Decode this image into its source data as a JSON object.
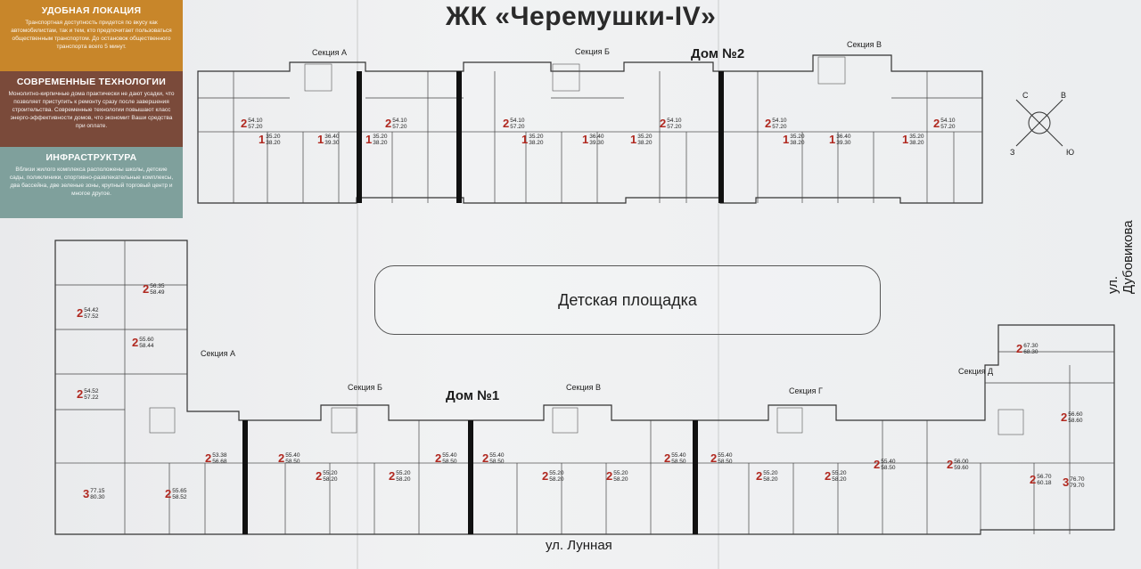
{
  "title": "ЖК «Черемушки-IV»",
  "info_panels": [
    {
      "title": "УДОБНАЯ ЛОКАЦИЯ",
      "text": "Транспортная доступность придется по вкусу как автомобилистам, так и тем, кто предпочитает пользоваться общественным транспортом. До остановок общественного транспорта всего 5 минут.",
      "color": "#c8862a"
    },
    {
      "title": "СОВРЕМЕННЫЕ ТЕХНОЛОГИИ",
      "text": "Монолитно-кирпичные дома практически не дают усадки, что позволяет приступить к ремонту сразу после завершения строительства. Современные технологии повышают класс энерго-эффективности домов, что экономит Ваши средства при оплате.",
      "color": "#7a4a3a"
    },
    {
      "title": "ИНФРАСТРУКТУРА",
      "text": "Вблизи жилого комплекса расположены школы, детские сады, поликлиники, спортивно-развлекательные комплексы, два бассейна, две зеленые зоны, крупный торговый центр и многое другое.",
      "color": "#7fa09c"
    }
  ],
  "house2": {
    "label": "Дом №2",
    "sections": [
      "Секция А",
      "Секция Б",
      "Секция В"
    ]
  },
  "house1": {
    "label": "Дом №1",
    "sections": [
      "Секция А",
      "Секция Б",
      "Секция В",
      "Секция Г",
      "Секция Д"
    ]
  },
  "playground": "Детская площадка",
  "streets": {
    "south": "ул. Лунная",
    "east": "ул. Дубовикова"
  },
  "compass": {
    "n": "С",
    "e": "В",
    "s": "Ю",
    "w": "З"
  },
  "house2_apartments": [
    {
      "rooms": "2",
      "total": "54.10",
      "living": "57.20"
    },
    {
      "rooms": "1",
      "total": "35.20",
      "living": "38.20"
    },
    {
      "rooms": "1",
      "total": "36.40",
      "living": "39.30"
    },
    {
      "rooms": "2",
      "total": "54.10",
      "living": "57.20"
    },
    {
      "rooms": "1",
      "total": "35.20",
      "living": "38.20"
    },
    {
      "rooms": "2",
      "total": "54.10",
      "living": "57.20"
    },
    {
      "rooms": "1",
      "total": "35.20",
      "living": "38.20"
    },
    {
      "rooms": "1",
      "total": "36.40",
      "living": "39.30"
    },
    {
      "rooms": "1",
      "total": "35.20",
      "living": "38.20"
    },
    {
      "rooms": "2",
      "total": "54.10",
      "living": "57.20"
    },
    {
      "rooms": "2",
      "total": "54.10",
      "living": "57.20"
    },
    {
      "rooms": "1",
      "total": "35.20",
      "living": "38.20"
    },
    {
      "rooms": "1",
      "total": "36.40",
      "living": "39.30"
    },
    {
      "rooms": "1",
      "total": "35.20",
      "living": "38.20"
    },
    {
      "rooms": "2",
      "total": "54.10",
      "living": "57.20"
    }
  ],
  "house1_apartments": [
    {
      "rooms": "2",
      "total": "56.35",
      "living": "58.49"
    },
    {
      "rooms": "2",
      "total": "54.42",
      "living": "57.52"
    },
    {
      "rooms": "2",
      "total": "55.60",
      "living": "58.44"
    },
    {
      "rooms": "2",
      "total": "54.52",
      "living": "57.22"
    },
    {
      "rooms": "3",
      "total": "77.15",
      "living": "80.30"
    },
    {
      "rooms": "2",
      "total": "55.65",
      "living": "58.52"
    },
    {
      "rooms": "2",
      "total": "53.38",
      "living": "56.68"
    },
    {
      "rooms": "2",
      "total": "55.40",
      "living": "58.50"
    },
    {
      "rooms": "2",
      "total": "55.20",
      "living": "58.20"
    },
    {
      "rooms": "2",
      "total": "55.20",
      "living": "58.20"
    },
    {
      "rooms": "2",
      "total": "55.40",
      "living": "58.50"
    },
    {
      "rooms": "2",
      "total": "55.40",
      "living": "58.50"
    },
    {
      "rooms": "2",
      "total": "55.20",
      "living": "58.20"
    },
    {
      "rooms": "2",
      "total": "55.20",
      "living": "58.20"
    },
    {
      "rooms": "2",
      "total": "55.40",
      "living": "58.50"
    },
    {
      "rooms": "2",
      "total": "55.40",
      "living": "58.50"
    },
    {
      "rooms": "2",
      "total": "55.20",
      "living": "58.20"
    },
    {
      "rooms": "2",
      "total": "55.20",
      "living": "58.20"
    },
    {
      "rooms": "2",
      "total": "55.40",
      "living": "58.50"
    },
    {
      "rooms": "2",
      "total": "56.00",
      "living": "59.60"
    },
    {
      "rooms": "2",
      "total": "56.70",
      "living": "60.18"
    },
    {
      "rooms": "3",
      "total": "76.70",
      "living": "79.70"
    },
    {
      "rooms": "2",
      "total": "56.60",
      "living": "58.60"
    },
    {
      "rooms": "2",
      "total": "67.30",
      "living": "68.30"
    }
  ]
}
